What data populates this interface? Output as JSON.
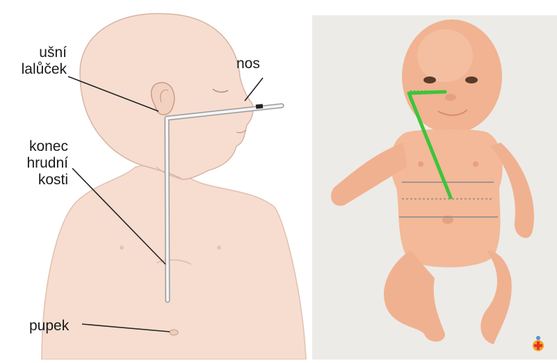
{
  "labels": {
    "ear_line1": "ušní",
    "ear_line2": "lalůček",
    "nose": "nos",
    "sternum_line1": "konec",
    "sternum_line2": "hrudní",
    "sternum_line3": "kosti",
    "navel": "pupek"
  },
  "colors": {
    "skin_illustration": "#f6ddd0",
    "skin_outline": "#d8b3a3",
    "tube": "#d9d9d9",
    "doll_skin": "#f3b998",
    "photo_background": "#ecebe7",
    "measure_line": "#3cc43c",
    "marker_lines": "#8a8a8a"
  },
  "icons": {
    "logo": "medical-cross-logo-icon"
  }
}
